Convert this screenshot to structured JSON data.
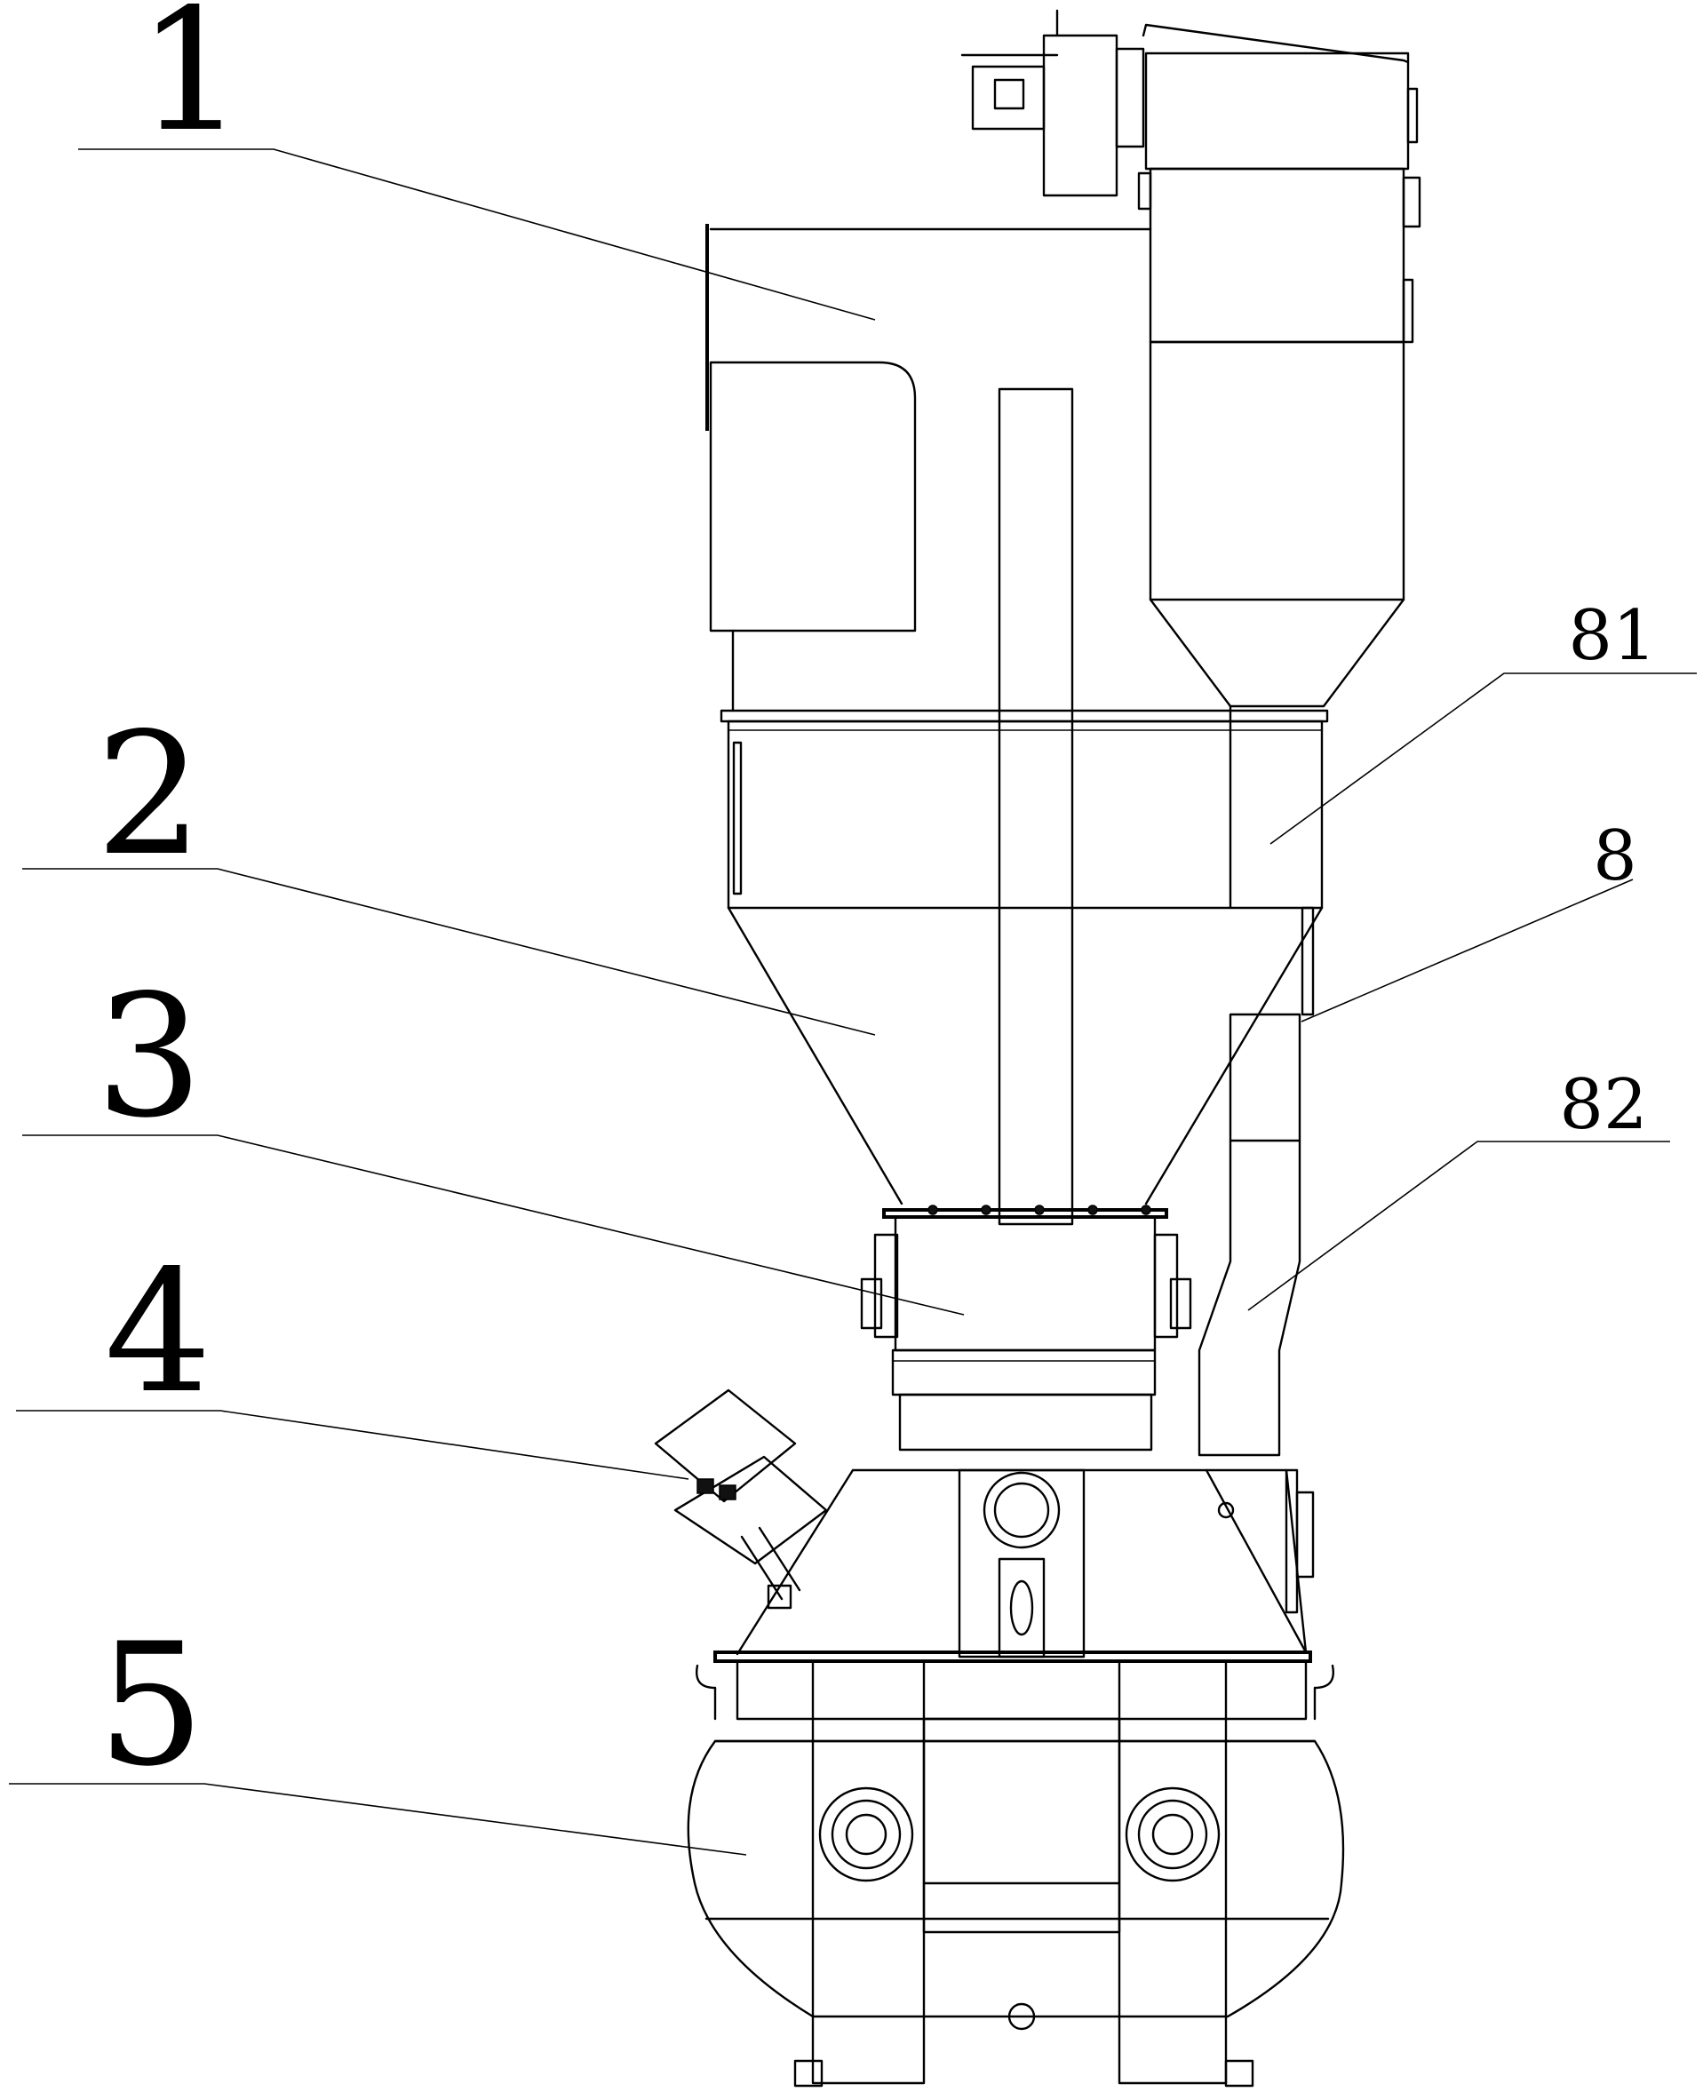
{
  "callouts": [
    {
      "id": "1",
      "text": "1"
    },
    {
      "id": "2",
      "text": "2"
    },
    {
      "id": "3",
      "text": "3"
    },
    {
      "id": "4",
      "text": "4"
    },
    {
      "id": "5",
      "text": "5"
    },
    {
      "id": "81",
      "text": "81"
    },
    {
      "id": "8",
      "text": "8"
    },
    {
      "id": "82",
      "text": "82"
    }
  ]
}
